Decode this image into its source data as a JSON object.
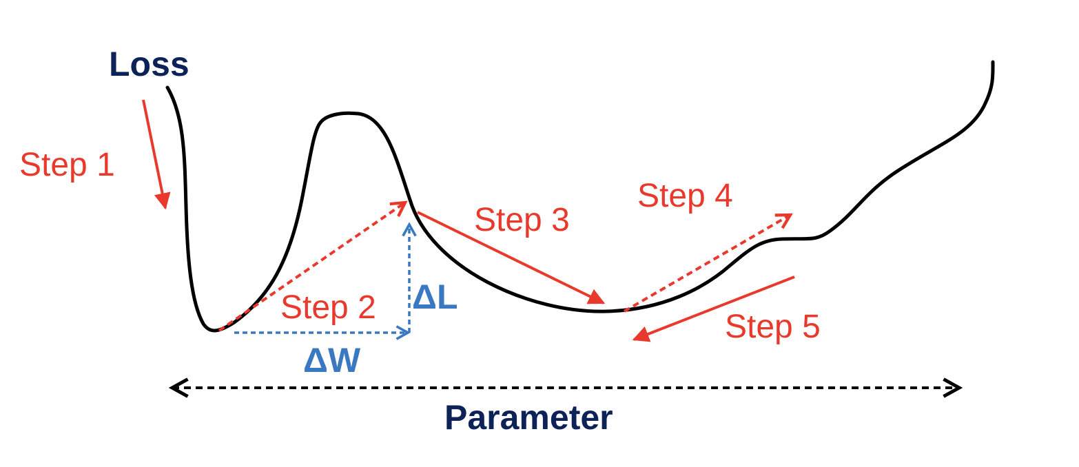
{
  "labels": {
    "loss": "Loss",
    "parameter": "Parameter",
    "delta_w": "ΔW",
    "delta_l": "ΔL",
    "step1": "Step 1",
    "step2": "Step 2",
    "step3": "Step 3",
    "step4": "Step 4",
    "step5": "Step 5"
  },
  "colors": {
    "navy": "#0d2257",
    "red": "#e8392c",
    "blue": "#3a78c2",
    "black": "#000000"
  }
}
